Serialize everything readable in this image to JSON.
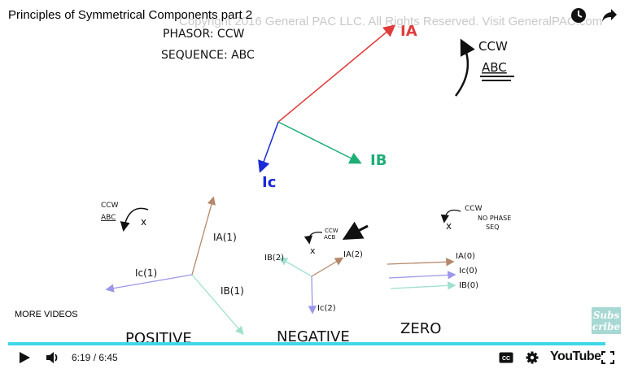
{
  "video": {
    "title": "Principles of Symmetrical Components part 2",
    "watermark": "Copyright 2016 General PAC LLC. All Rights Reserved. Visit GeneralPAC.com"
  },
  "board": {
    "phasor_label": "PHASOR: CCW",
    "sequence_label": "SEQUENCE: ABC",
    "top_right_ccw": "CCW",
    "top_right_abc": "ABC",
    "main_ia": "IA",
    "main_ib": "IB",
    "main_ic": "Ic",
    "pos_rot_ccw": "CCW",
    "pos_rot_abc": "ABC",
    "pos_x": "x",
    "pos_ia": "IA(1)",
    "pos_ib": "IB(1)",
    "pos_ic": "Ic(1)",
    "positive_label": "POSITIVE",
    "neg_rot_ccw": "CCW",
    "neg_rot_acb": "ACB",
    "neg_x": "x",
    "neg_ia": "IA(2)",
    "neg_ib": "IB(2)",
    "neg_ic": "Ic(2)",
    "negative_label": "NEGATIVE",
    "zero_rot_ccw": "CCW",
    "zero_rot_note": "NO PHASE",
    "zero_rot_seq": "SEQ",
    "zero_x": "x",
    "zero_ia": "IA(0)",
    "zero_ic": "Ic(0)",
    "zero_ib": "IB(0)",
    "zero_label": "ZERO"
  },
  "player": {
    "more_videos": "MORE VIDEOS",
    "subscribe_line1": "Subs",
    "subscribe_line2": "cribe",
    "current_time": "6:19",
    "separator": " / ",
    "duration": "6:45",
    "youtube": "YouTube",
    "progress_fraction": 0.975
  },
  "icons": {
    "watch_later": "clock-icon",
    "share": "share-icon",
    "play": "play-icon",
    "volume": "volume-icon",
    "cc": "cc-icon",
    "settings": "gear-icon",
    "fullscreen": "fullscreen-icon"
  },
  "colors": {
    "ia": "#e03c3c",
    "ib": "#1fae78",
    "ic": "#1a2ad6",
    "pos_a": "#b5876a",
    "pos_b": "#9fe0cf",
    "pos_c": "#9c97e8",
    "progress": "#3fd8e8"
  }
}
